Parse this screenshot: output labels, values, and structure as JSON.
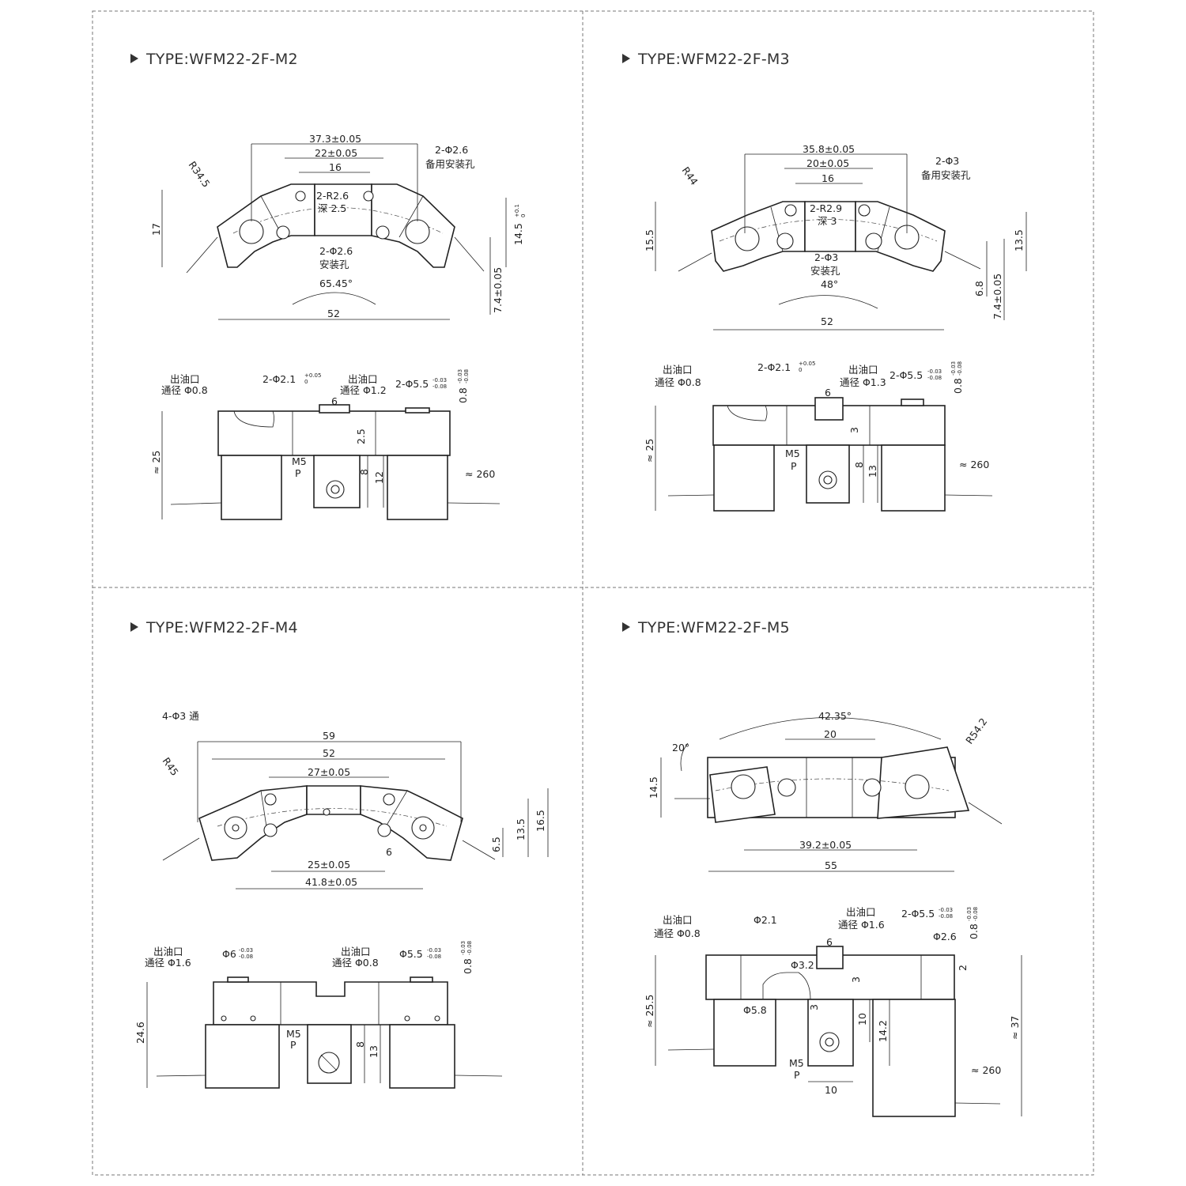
{
  "panels": [
    {
      "title": "TYPE:WFM22-2F-M2",
      "top_dims": {
        "a": "37.3±0.05",
        "b": "22±0.05",
        "c": "16",
        "radius": "R34.5",
        "height": "17",
        "spare_holes": "2-Φ2.6",
        "spare_note": "备用安装孔",
        "pocket": "2-R2.6",
        "pocket_depth": "深 2.5",
        "mount_holes": "2-Φ2.6",
        "mount_note": "安装孔",
        "angle": "65.45°",
        "width": "52",
        "right_h": "14.5",
        "right_h_tol_up": "+0.1",
        "right_h_tol_low": "0",
        "center_h": "7.4±0.05"
      },
      "bottom_dims": {
        "outlet_left": "出油口",
        "bore_left": "通径 Φ0.8",
        "hole_left": "2-Φ2.1",
        "hole_left_tol_up": "+0.05",
        "hole_left_tol_low": "0",
        "outlet_right": "出油口",
        "bore_right": "通径 Φ1.2",
        "hole_right": "2-Φ5.5",
        "hole_right_tol_up": "-0.03",
        "hole_right_tol_low": "-0.08",
        "boss_w": "6",
        "boss_h": "0.8",
        "boss_h_tol_up": "-0.03",
        "boss_h_tol_low": "-0.08",
        "step": "2.5",
        "height": "≈ 25",
        "port": "M5",
        "port_p": "P",
        "port_h1": "8",
        "port_h2": "12",
        "lead": "≈ 260"
      }
    },
    {
      "title": "TYPE:WFM22-2F-M3",
      "top_dims": {
        "a": "35.8±0.05",
        "b": "20±0.05",
        "c": "16",
        "radius": "R44",
        "height": "15.5",
        "spare_holes": "2-Φ3",
        "spare_note": "备用安装孔",
        "pocket": "2-R2.9",
        "pocket_depth": "深 3",
        "mount_holes": "2-Φ3",
        "mount_note": "安装孔",
        "angle": "48°",
        "width": "52",
        "right_h": "13.5",
        "low_h": "6.8",
        "center_h": "7.4±0.05"
      },
      "bottom_dims": {
        "outlet_left": "出油口",
        "bore_left": "通径 Φ0.8",
        "hole_left": "2-Φ2.1",
        "hole_left_tol_up": "+0.05",
        "hole_left_tol_low": "0",
        "outlet_right": "出油口",
        "bore_right": "通径 Φ1.3",
        "hole_right": "2-Φ5.5",
        "hole_right_tol_up": "-0.03",
        "hole_right_tol_low": "-0.08",
        "boss_w": "6",
        "boss_h": "0.8",
        "boss_h_tol_up": "-0.03",
        "boss_h_tol_low": "-0.08",
        "step": "3",
        "height": "≈ 25",
        "port": "M5",
        "port_p": "P",
        "port_h1": "8",
        "port_h2": "13",
        "lead": "≈ 260"
      }
    },
    {
      "title": "TYPE:WFM22-2F-M4",
      "top_dims": {
        "holes": "4-Φ3 通",
        "a": "59",
        "b": "52",
        "c": "27±0.05",
        "radius": "R45",
        "right_h1": "13.5",
        "right_h2": "16.5",
        "low_h": "6.5",
        "slot": "6",
        "d": "25±0.05",
        "e": "41.8±0.05"
      },
      "bottom_dims": {
        "outlet_left": "出油口",
        "bore_left": "通径 Φ1.6",
        "hole_left": "Φ6",
        "hole_left_tol_up": "-0.03",
        "hole_left_tol_low": "-0.08",
        "outlet_right": "出油口",
        "bore_right": "通径 Φ0.8",
        "hole_right": "Φ5.5",
        "hole_right_tol_up": "-0.03",
        "hole_right_tol_low": "-0.08",
        "boss_h": "0.8",
        "boss_h_tol_up": "-0.03",
        "boss_h_tol_low": "-0.08",
        "height": "24.6",
        "port": "M5",
        "port_p": "P",
        "port_h1": "8",
        "port_h2": "13"
      }
    },
    {
      "title": "TYPE:WFM22-2F-M5",
      "top_dims": {
        "angle": "42.35°",
        "tilt": "20°",
        "a": "20",
        "radius": "R54.2",
        "height": "14.5",
        "b": "39.2±0.05",
        "width": "55"
      },
      "bottom_dims": {
        "outlet_left": "出油口",
        "bore_left": "通径 Φ0.8",
        "hole_left": "Φ2.1",
        "outlet_right": "出油口",
        "bore_right": "通径 Φ1.6",
        "hole_right": "2-Φ5.5",
        "hole_right_tol_up": "-0.03",
        "hole_right_tol_low": "-0.08",
        "hole_right2": "Φ2.6",
        "boss_w": "6",
        "boss_h": "0.8",
        "boss_h_tol_up": "-0.03",
        "boss_h_tol_low": "-0.08",
        "step2": "2",
        "step3": "3",
        "inner": "Φ3.2",
        "inner2": "Φ5.8",
        "inner_h": "3",
        "h10": "10",
        "h142": "14.2",
        "height": "≈ 25.5",
        "total": "≈ 37",
        "port": "M5",
        "port_p": "P",
        "port_w": "10",
        "lead": "≈ 260"
      }
    }
  ]
}
